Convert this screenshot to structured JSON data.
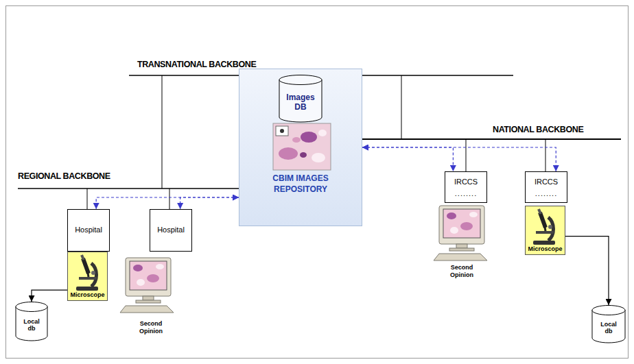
{
  "diagram": {
    "nodes": [
      {
        "text": [
          "CBIM IMAGES REPOSITORY"
        ]
      },
      {
        "text": [
          "Images DB"
        ],
        "in": 0
      },
      {
        "text": [
          "Hospital"
        ]
      },
      {
        "text": [
          "Microscope"
        ]
      },
      {
        "text": [
          "Local db"
        ]
      },
      {
        "text": [
          "Hospital"
        ]
      },
      {
        "text": [
          "Second Opinion"
        ]
      },
      {
        "text": [
          "IRCCS",
          "........"
        ]
      },
      {
        "text": [
          "Second Opinion"
        ]
      },
      {
        "text": [
          "IRCCS",
          "........"
        ]
      },
      {
        "text": [
          "Microscope"
        ]
      },
      {
        "text": [
          "Local db"
        ]
      }
    ],
    "edges": [
      {
        "from": 0,
        "to": 2,
        "arrow": "both"
      },
      {
        "from": 0,
        "to": 5,
        "arrow": "both"
      },
      {
        "from": 0,
        "to": 7,
        "arrow": "both"
      },
      {
        "from": 0,
        "to": 9,
        "arrow": "both"
      },
      {
        "from": 3,
        "to": 4,
        "arrow": "to"
      },
      {
        "from": 10,
        "to": 11,
        "arrow": "to"
      }
    ],
    "labels": [
      "TRANSNATIONAL BACKBONE",
      "REGIONAL BACKBONE",
      "NATIONAL BACKBONE"
    ]
  }
}
